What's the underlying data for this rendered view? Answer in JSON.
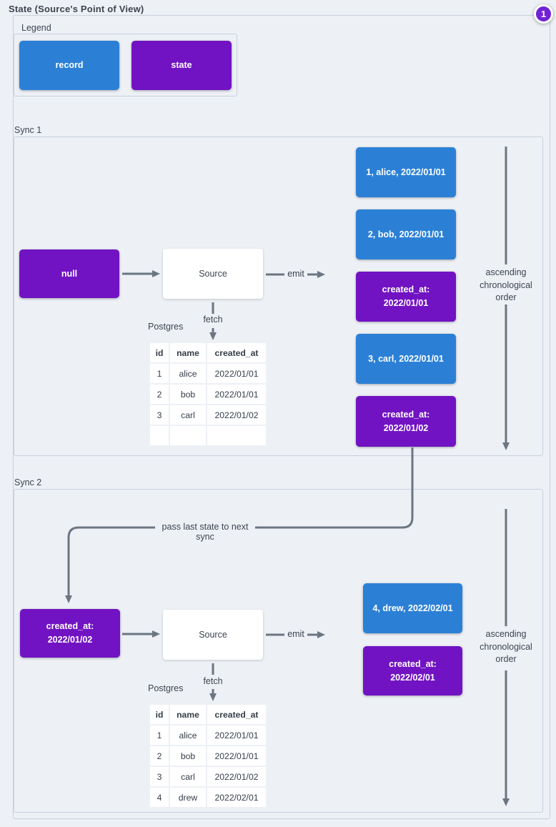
{
  "title": "State (Source's Point of View)",
  "badge": {
    "value": "1"
  },
  "colors": {
    "record_blue": "#2b80d6",
    "state_purple": "#7113c2",
    "badge_purple": "#7122d6",
    "arrow_gray": "#6b7682",
    "frame_border": "#c9d1dc",
    "page_bg": "#edf0f5"
  },
  "legend": {
    "label": "Legend",
    "record_label": "record",
    "state_label": "state"
  },
  "sync1": {
    "label": "Sync 1",
    "input_state": "null",
    "source_label": "Source",
    "emit_label": "emit",
    "fetch_label": "fetch",
    "db_label": "Postgres",
    "table": {
      "headers": [
        "id",
        "name",
        "created_at"
      ],
      "rows": [
        [
          "1",
          "alice",
          "2022/01/01"
        ],
        [
          "2",
          "bob",
          "2022/01/01"
        ],
        [
          "3",
          "carl",
          "2022/01/02"
        ],
        [
          "",
          "",
          ""
        ]
      ]
    },
    "outputs": [
      {
        "kind": "record",
        "text": "1, alice, 2022/01/01"
      },
      {
        "kind": "record",
        "text": "2, bob, 2022/01/01"
      },
      {
        "kind": "state",
        "text": "created_at:\n2022/01/01"
      },
      {
        "kind": "record",
        "text": "3, carl, 2022/01/01"
      },
      {
        "kind": "state",
        "text": "created_at:\n2022/01/02"
      }
    ],
    "order_label": "ascending\nchronological\norder"
  },
  "pass_state_label": "pass last state to next sync",
  "sync2": {
    "label": "Sync 2",
    "input_state": "created_at:\n2022/01/02",
    "source_label": "Source",
    "emit_label": "emit",
    "fetch_label": "fetch",
    "db_label": "Postgres",
    "table": {
      "headers": [
        "id",
        "name",
        "created_at"
      ],
      "rows": [
        [
          "1",
          "alice",
          "2022/01/01"
        ],
        [
          "2",
          "bob",
          "2022/01/01"
        ],
        [
          "3",
          "carl",
          "2022/01/02"
        ],
        [
          "4",
          "drew",
          "2022/02/01"
        ]
      ]
    },
    "outputs": [
      {
        "kind": "record",
        "text": "4, drew, 2022/02/01"
      },
      {
        "kind": "state",
        "text": "created_at:\n2022/02/01"
      }
    ],
    "order_label": "ascending\nchronological\norder"
  }
}
